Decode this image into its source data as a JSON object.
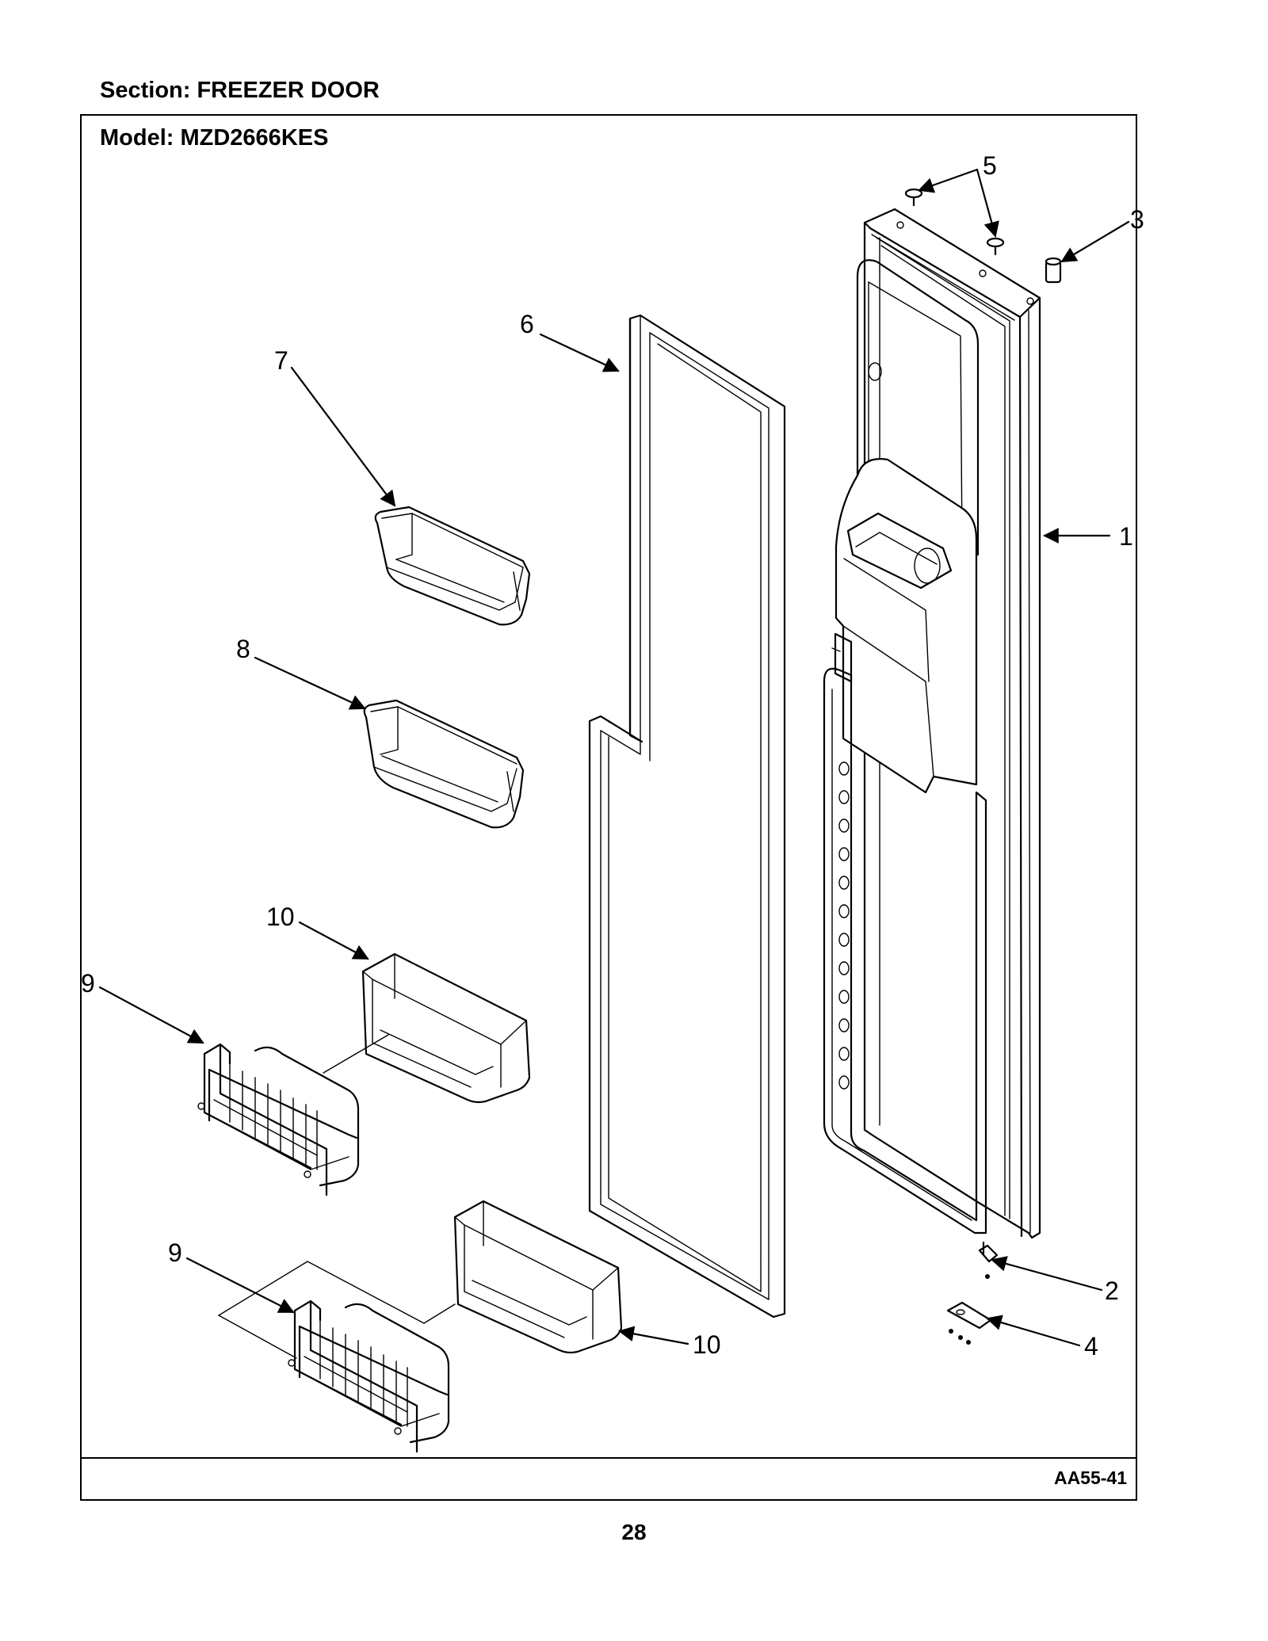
{
  "header": {
    "section": "Section:  FREEZER DOOR",
    "model": "Model:  MZD2666KES"
  },
  "footer": {
    "diagram_code": "AA55-41",
    "page_number": "28"
  },
  "callouts": [
    {
      "id": "c1",
      "label": "1"
    },
    {
      "id": "c2",
      "label": "2"
    },
    {
      "id": "c3",
      "label": "3"
    },
    {
      "id": "c4",
      "label": "4"
    },
    {
      "id": "c5",
      "label": "5"
    },
    {
      "id": "c6",
      "label": "6"
    },
    {
      "id": "c7",
      "label": "7"
    },
    {
      "id": "c8",
      "label": "8"
    },
    {
      "id": "c9a",
      "label": "9"
    },
    {
      "id": "c9b",
      "label": "9"
    },
    {
      "id": "c10a",
      "label": "10"
    },
    {
      "id": "c10b",
      "label": "10"
    }
  ]
}
